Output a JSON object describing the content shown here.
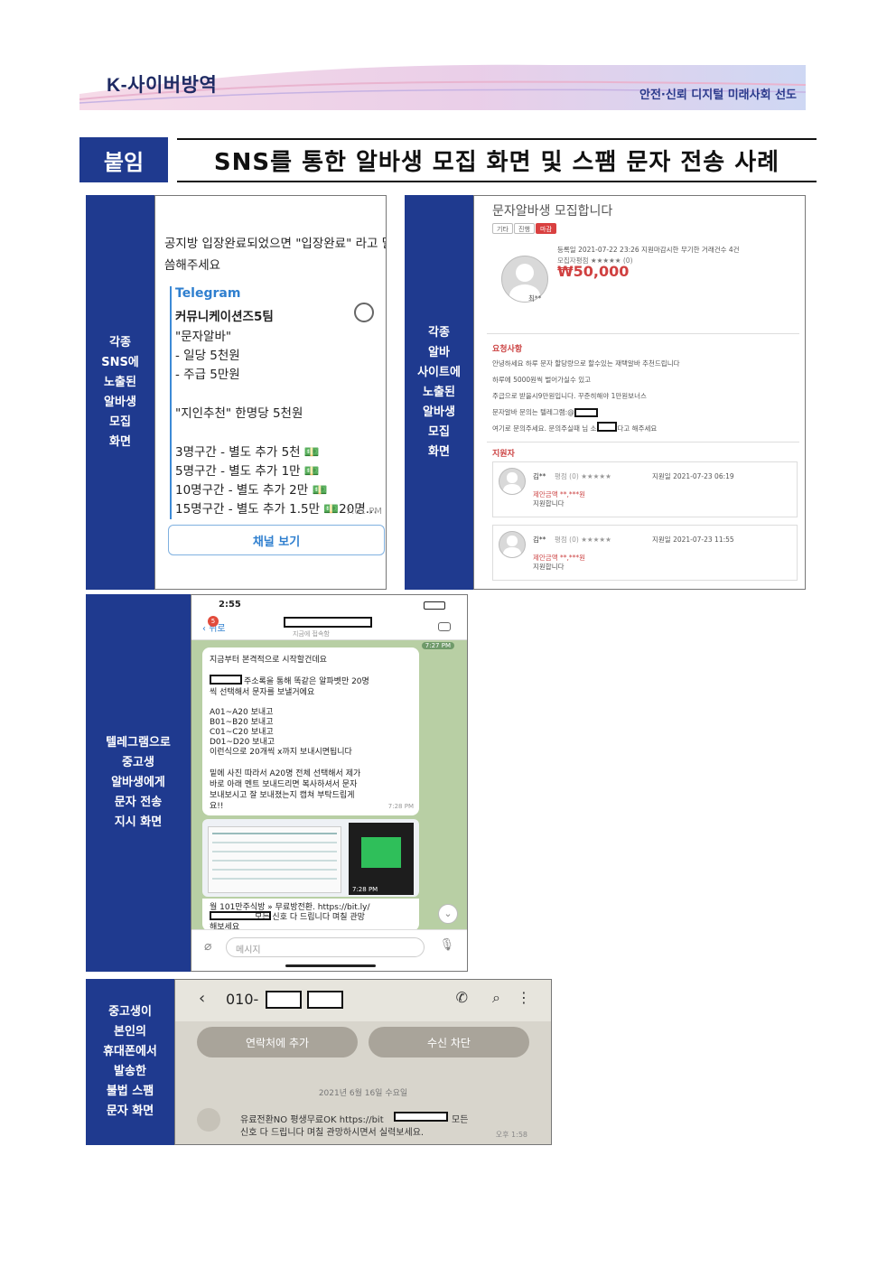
{
  "header": {
    "logo": "K-사이버방역",
    "slogan": "안전·신뢰 디지털 미래사회 선도"
  },
  "title_bar": {
    "tag": "붙임",
    "title": "SNS를 통한 알바생 모집 화면 및 스팸 문자 전송 사례"
  },
  "labels": {
    "panel1": "각종\nSNS에\n노출된\n알바생\n모집\n화면",
    "panel2": "각종\n알바\n사이트에\n노출된\n알바생\n모집\n화면",
    "panel3": "텔레그램으로\n중고생\n알바생에게\n문자 전송\n지시 화면",
    "panel4": "중고생이\n본인의\n휴대폰에서\n발송한\n불법 스팸\n문자 화면"
  },
  "panel1": {
    "intro_line1": "공지방 입장완료되었으면 \"입장완료\" 라고 말",
    "intro_line2": "씀해주세요",
    "source": "Telegram",
    "channel": "커뮤니케이션즈5팀",
    "lines": [
      "\"문자알바\"",
      "- 일당 5천원",
      "- 주급 5만원",
      "",
      "\"지인추천\" 한명당 5천원",
      "",
      "3명구간 - 별도 추가 5천 💵",
      "5명구간 - 별도 추가 1만 💵",
      "10명구간 - 별도 추가 2만 💵",
      "15명구간 - 별도 추가 1.5만 💵20명..."
    ],
    "time": "7:01 PM",
    "button": "채널 보기"
  },
  "panel2": {
    "title": "문자알바생 모집합니다",
    "chips": [
      "기타",
      "진행",
      "마감"
    ],
    "meta": "등록일 2021-07-22 23:26   지원마감시한 무기한   거래건수 4건",
    "poster_label": "모집자평점 ★★★★★ (0)",
    "poster_name": "최**",
    "price": "₩50,000",
    "requirements_heading": "요청사항",
    "requirements": [
      "안녕하세요 하루 문자 할당량으로 할수있는 재택알바 추천드립니다",
      "하루에 5000원씩 벌어가실수 있고",
      "주급으로 받을시9만원입니다. 꾸준히해야 1만원보너스",
      "문자알바 문의는 텔레그램:@",
      "여기로 문의주세요. 문의주실때     님 소개로 왔다고 해주세요"
    ],
    "applicants_heading": "지원자",
    "applicants": [
      {
        "name": "김**",
        "rating": "평점 (0) ★★★★★",
        "date": "지원일 2021-07-23 06:19",
        "offer": "제안금액 **,***원",
        "note": "지원합니다"
      },
      {
        "name": "김**",
        "rating": "평점 (0) ★★★★★",
        "date": "지원일 2021-07-23 11:55",
        "offer": "제안금액 **,***원",
        "note": "지원합니다"
      }
    ]
  },
  "panel3": {
    "clock": "2:55",
    "back": "뒤로",
    "badge": "5",
    "chat_subtitle": "지금에 접속함",
    "top_time": "7:27 PM",
    "lines": [
      "지금부터 본격적으로 시작할건데요",
      "",
      "     주소록을 통해 똑같은 알파벳만 20명",
      "씩 선택해서 문자를 보낼거에요",
      "",
      "A01~A20 보내고",
      "B01~B20 보내고",
      "C01~C20 보내고",
      "D01~D20 보내고",
      "이런식으로 20개씩 x까지 보내시면됩니다",
      "",
      "밑에 사진 따라서 A20명 전체 선택해서 제가",
      "바로 아래 멘트 보내드리면 복사하셔서 문자",
      "보내보시고 잘 보내졌는지 캡쳐 부탁드립게",
      "요!!"
    ],
    "msg_time": "7:28 PM",
    "img_time": "7:28 PM",
    "spam_line1": "월 101만주식방 » 무료방전환. https://bit.ly/",
    "spam_line2": "      모든 신호 다 드립니다 며칠 관망",
    "spam_line3": "해보세요",
    "input_placeholder": "메시지"
  },
  "panel4": {
    "number": "010-",
    "add_contact": "연락처에 추가",
    "block": "수신 차단",
    "date": "2021년 6월 16일 수요일",
    "message_line1": "유료전환NO 평생무료OK https://bit",
    "message_line1_end": "모든",
    "message_line2": "신호 다 드립니다 며칠 관망하시면서 실력보세요.",
    "time": "오후 1:58"
  }
}
